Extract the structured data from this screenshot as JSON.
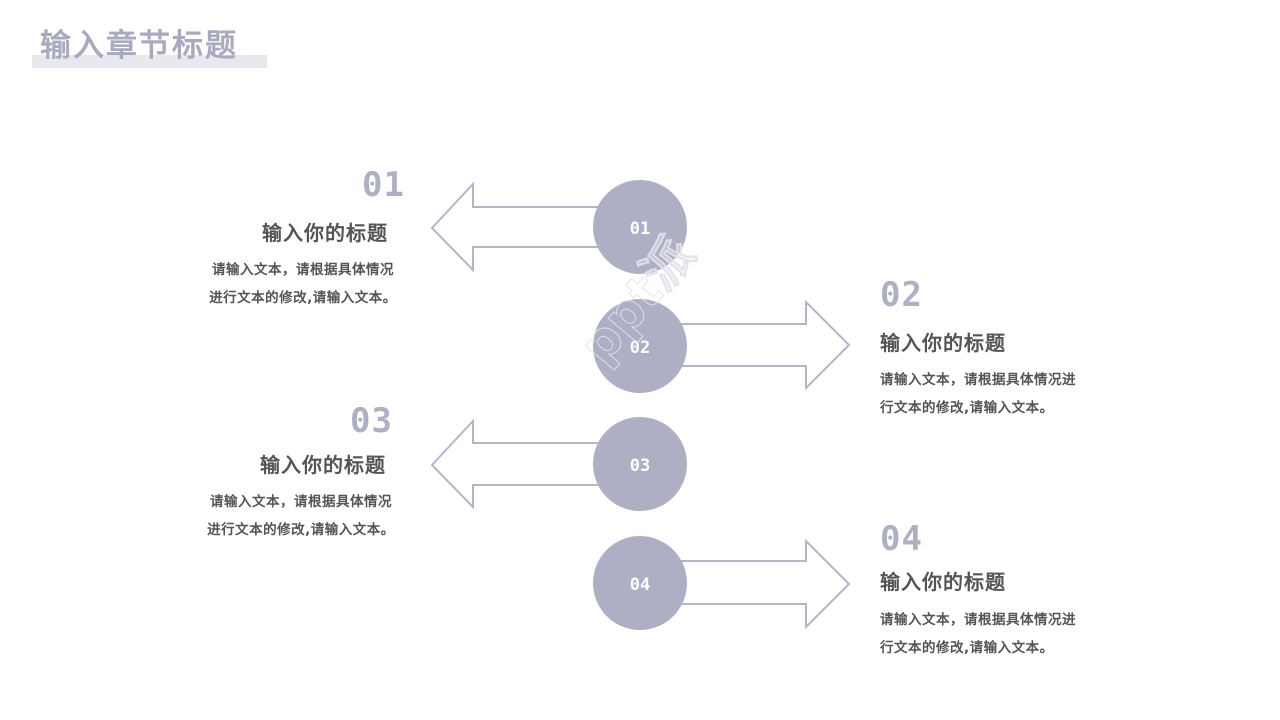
{
  "header": {
    "title": "输入章节标题"
  },
  "colors": {
    "accent": "#aeafc5",
    "arrow_stroke": "#b4b5cb",
    "text": "#555555",
    "header_text": "#a9aac0",
    "header_bar": "#e8e8ef"
  },
  "watermark": "ppt派",
  "items": [
    {
      "number": "01",
      "circle_label": "01",
      "title": "输入你的标题",
      "body": "请输入文本，请根据具体情况进行文本的修改,请输入文本。",
      "body_lines": [
        "请输入文本，请根据具体情况",
        "进行文本的修改,请输入文本。"
      ],
      "side": "left"
    },
    {
      "number": "02",
      "circle_label": "02",
      "title": "输入你的标题",
      "body": "请输入文本，请根据具体情况进行文本的修改,请输入文本。",
      "body_lines": [
        "请输入文本，请根据具体情况进",
        "行文本的修改,请输入文本。"
      ],
      "side": "right"
    },
    {
      "number": "03",
      "circle_label": "03",
      "title": "输入你的标题",
      "body": "请输入文本，请根据具体情况进行文本的修改,请输入文本。",
      "body_lines": [
        "请输入文本，请根据具体情况",
        "进行文本的修改,请输入文本。"
      ],
      "side": "left"
    },
    {
      "number": "04",
      "circle_label": "04",
      "title": "输入你的标题",
      "body": "请输入文本，请根据具体情况进行文本的修改,请输入文本。",
      "body_lines": [
        "请输入文本，请根据具体情况进",
        "行文本的修改,请输入文本。"
      ],
      "side": "right"
    }
  ]
}
